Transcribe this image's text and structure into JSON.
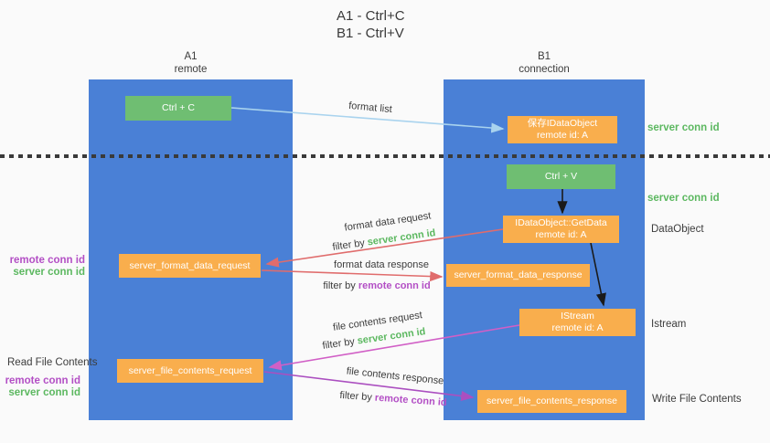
{
  "title": {
    "line1": "A1 - Ctrl+C",
    "line2": "B1 - Ctrl+V"
  },
  "columns": {
    "a1": {
      "name": "A1",
      "subtitle": "remote"
    },
    "b1": {
      "name": "B1",
      "subtitle": "connection"
    }
  },
  "nodes": {
    "ctrl_c": {
      "label": "Ctrl + C"
    },
    "ctrl_v": {
      "label": "Ctrl + V"
    },
    "save_idataobject": {
      "line1": "保存IDataObject",
      "line2": "remote id: A"
    },
    "getdata": {
      "line1": "IDataObject::GetData",
      "line2": "remote id: A"
    },
    "istream": {
      "line1": "IStream",
      "line2": "remote id: A"
    },
    "format_request": {
      "label": "server_format_data_request"
    },
    "format_response": {
      "label": "server_format_data_response"
    },
    "file_request": {
      "label": "server_file_contents_request"
    },
    "file_response": {
      "label": "server_file_contents_response"
    }
  },
  "side_labels": {
    "server_conn_id_top": "server conn id",
    "server_conn_id_mid": "server conn id",
    "dataobject": "DataObject",
    "istream": "Istream",
    "read_file_contents": "Read File Contents",
    "write_file_contents": "Write File Contents",
    "left_group_format": {
      "remote": "remote conn id",
      "server": "server conn id"
    },
    "left_group_file": {
      "remote": "remote conn id",
      "server": "server conn id"
    }
  },
  "arrow_labels": {
    "format_list": "format list",
    "format_data_request": "format data request",
    "format_data_response": "format data response",
    "file_contents_request": "file contents request",
    "file_contents_response": "file contents response",
    "filter_by": "filter by ",
    "server_conn_id": "server conn id",
    "remote_conn_id": "remote conn id"
  },
  "colors": {
    "column_blue": "#4a80d6",
    "node_orange": "#f9ae4d",
    "button_green": "#6fbe72",
    "green_text": "#5cb860",
    "purple_text": "#b34fc5",
    "red_arrow": "#e06c6c",
    "magenta_arrow": "#d15fc6",
    "purple_arrow": "#ab4fc0",
    "light_blue_arrow": "#a9d3ee",
    "black_arrow": "#1a1a1a",
    "separator": "#3a3a3a"
  }
}
